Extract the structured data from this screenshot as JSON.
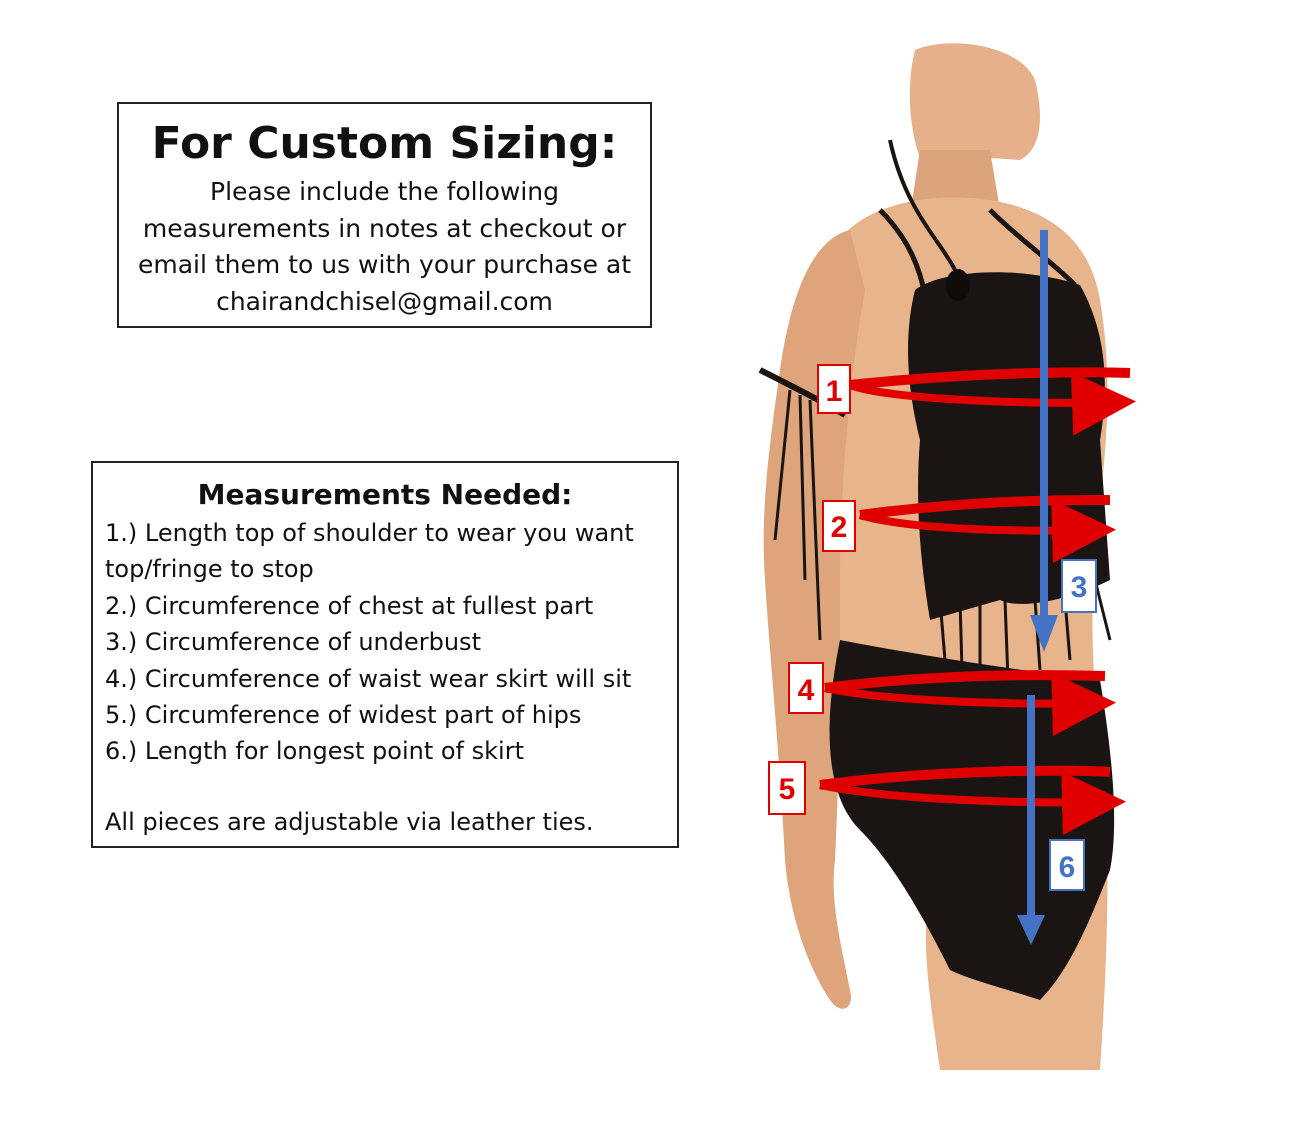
{
  "custom_sizing": {
    "title": "For Custom Sizing:",
    "lines": [
      "Please include the following",
      "measurements in notes at checkout or",
      "email them to us with your purchase at",
      "chairandchisel@gmail.com"
    ]
  },
  "measurements": {
    "title": "Measurements Needed:",
    "items": [
      "1.) Length top of shoulder to wear you want",
      "top/fringe to stop",
      "2.) Circumference of chest at fullest part",
      "3.) Circumference of underbust",
      "4.) Circumference of waist wear skirt will sit",
      "5.) Circumference of widest part of hips",
      "6.) Length for longest point of skirt"
    ],
    "note": "All pieces are adjustable via leather ties."
  },
  "figure": {
    "markers": {
      "m1": "1",
      "m2": "2",
      "m3": "3",
      "m4": "4",
      "m5": "5",
      "m6": "6"
    },
    "colors": {
      "red": "#e00000",
      "blue": "#4472c4",
      "skin": "#e8b48c",
      "leather": "#1a1412"
    }
  }
}
